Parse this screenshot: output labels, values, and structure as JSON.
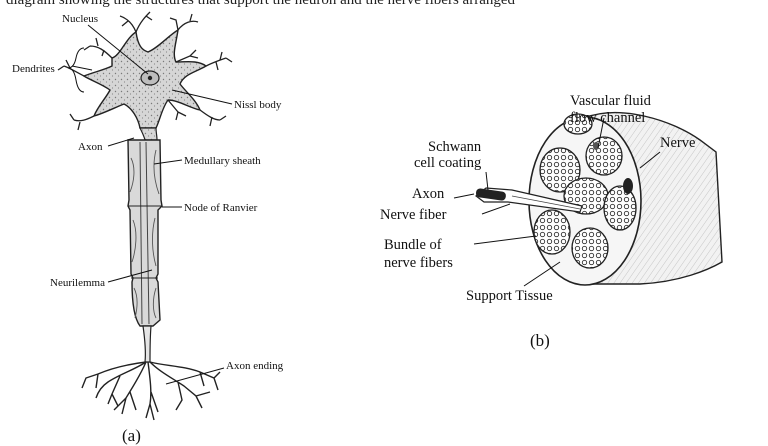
{
  "header_text": "diagram showing the structures that support the neuron and the nerve fibers arranged",
  "panel_a": {
    "labels": {
      "nucleus": "Nucleus",
      "dendrites": "Dendrites",
      "nissl_body": "Nissl body",
      "axon": "Axon",
      "medullary_sheath": "Medullary sheath",
      "node_of_ranvier": "Node of Ranvier",
      "neurilemma": "Neurilemma",
      "axon_ending": "Axon ending"
    },
    "caption": "(a)"
  },
  "panel_b": {
    "labels": {
      "vascular_line1": "Vascular fluid",
      "vascular_line2": "flow channel",
      "nerve": "Nerve",
      "schwann_line1": "Schwann",
      "schwann_line2": "cell coating",
      "axon": "Axon",
      "nerve_fiber": "Nerve fiber",
      "bundle_line1": "Bundle of",
      "bundle_line2": "nerve fibers",
      "support_tissue": "Support Tissue"
    },
    "caption": "(b)"
  }
}
